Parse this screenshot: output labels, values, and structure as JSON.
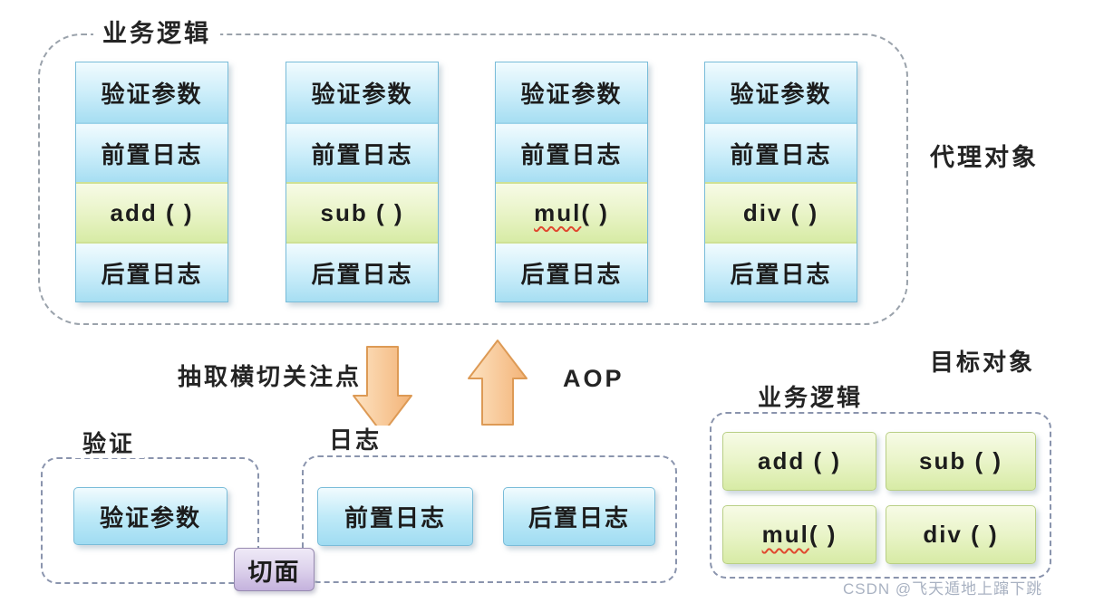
{
  "proxy": {
    "group_label": "业务逻辑",
    "side_label": "代理对象",
    "columns": [
      {
        "rows": [
          {
            "text": "验证参数"
          },
          {
            "text": "前置日志"
          },
          {
            "text": "add ( )"
          },
          {
            "text": "后置日志"
          }
        ]
      },
      {
        "rows": [
          {
            "text": "验证参数"
          },
          {
            "text": "前置日志"
          },
          {
            "text": "sub ( )"
          },
          {
            "text": "后置日志"
          }
        ]
      },
      {
        "rows": [
          {
            "text": "验证参数"
          },
          {
            "text": "前置日志"
          },
          {
            "text_main": "mul",
            "text_suffix": " ( )"
          },
          {
            "text": "后置日志"
          }
        ]
      },
      {
        "rows": [
          {
            "text": "验证参数"
          },
          {
            "text": "前置日志"
          },
          {
            "text": "div ( )"
          },
          {
            "text": "后置日志"
          }
        ]
      }
    ]
  },
  "middle": {
    "extract_label": "抽取横切关注点",
    "aop_label": "AOP"
  },
  "aspect": {
    "validate": {
      "label": "验证",
      "item": "验证参数"
    },
    "log": {
      "label": "日志",
      "items": [
        "前置日志",
        "后置日志"
      ]
    },
    "aspect_tag": "切面"
  },
  "target": {
    "side_label": "目标对象",
    "group_label": "业务逻辑",
    "methods": [
      {
        "text": "add ( )"
      },
      {
        "text": "sub ( )"
      },
      {
        "text_main": "mul",
        "text_suffix": " ( )"
      },
      {
        "text": "div ( )"
      }
    ]
  },
  "watermark": "CSDN @飞天遁地上蹿下跳",
  "colors": {
    "blue_box_top": "#f1fbfe",
    "blue_box_bottom": "#a6def2",
    "blue_border": "#79bcd9",
    "green_box_top": "#f7fbe6",
    "green_box_bottom": "#d7eba5",
    "green_border": "#b9cf85",
    "purple_box_top": "#efeaf7",
    "purple_box_bottom": "#c4b2dd",
    "arrow_fill_light": "#fde3c2",
    "arrow_fill_dark": "#f3b377",
    "arrow_border": "#dd9a55",
    "mul_underline": "#e0482e",
    "dashed_border": "#9aa2ab"
  }
}
